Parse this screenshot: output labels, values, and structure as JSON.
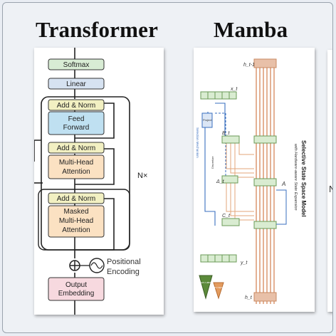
{
  "headings": {
    "left": "Transformer",
    "middle": "Mamba"
  },
  "transformer": {
    "softmax": "Softmax",
    "linear": "Linear",
    "add_norm": "Add & Norm",
    "feed_forward": [
      "Feed",
      "Forward"
    ],
    "mha": [
      "Multi-Head",
      "Attention"
    ],
    "masked_mha": [
      "Masked",
      "Multi-Head",
      "Attention"
    ],
    "nx": "N×",
    "positional_encoding": [
      "Positional",
      "Encoding"
    ],
    "output_embedding": [
      "Output",
      "Embedding"
    ]
  },
  "mamba": {
    "title": "Selective State Space Model",
    "subtitle": "with Hardware-aware State Expansion",
    "labels": {
      "h_prev": "h_t-1",
      "h_next": "h_t",
      "x_t": "x_t",
      "y_t": "y_t",
      "B_t": "B_t",
      "C_t": "C_t",
      "delta_t": "Δ_t",
      "A": "A",
      "proj": "Project",
      "discretize": "Discretize",
      "selection": "Selection Mechanism",
      "gpu_hbm": "GPU HBM",
      "gpu_sram": "GPU SRAM"
    }
  },
  "right_partial": {
    "letter": "N"
  },
  "colors": {
    "softmax": "#d8ecd4",
    "linear": "#d6e2f1",
    "add_norm": "#f2f0c2",
    "feed_forward": "#bfe0f1",
    "attention": "#fbe1c2",
    "embedding": "#f7d9df",
    "mamba_block": "#d9ecd1",
    "mamba_lines": "#e3a67a"
  }
}
